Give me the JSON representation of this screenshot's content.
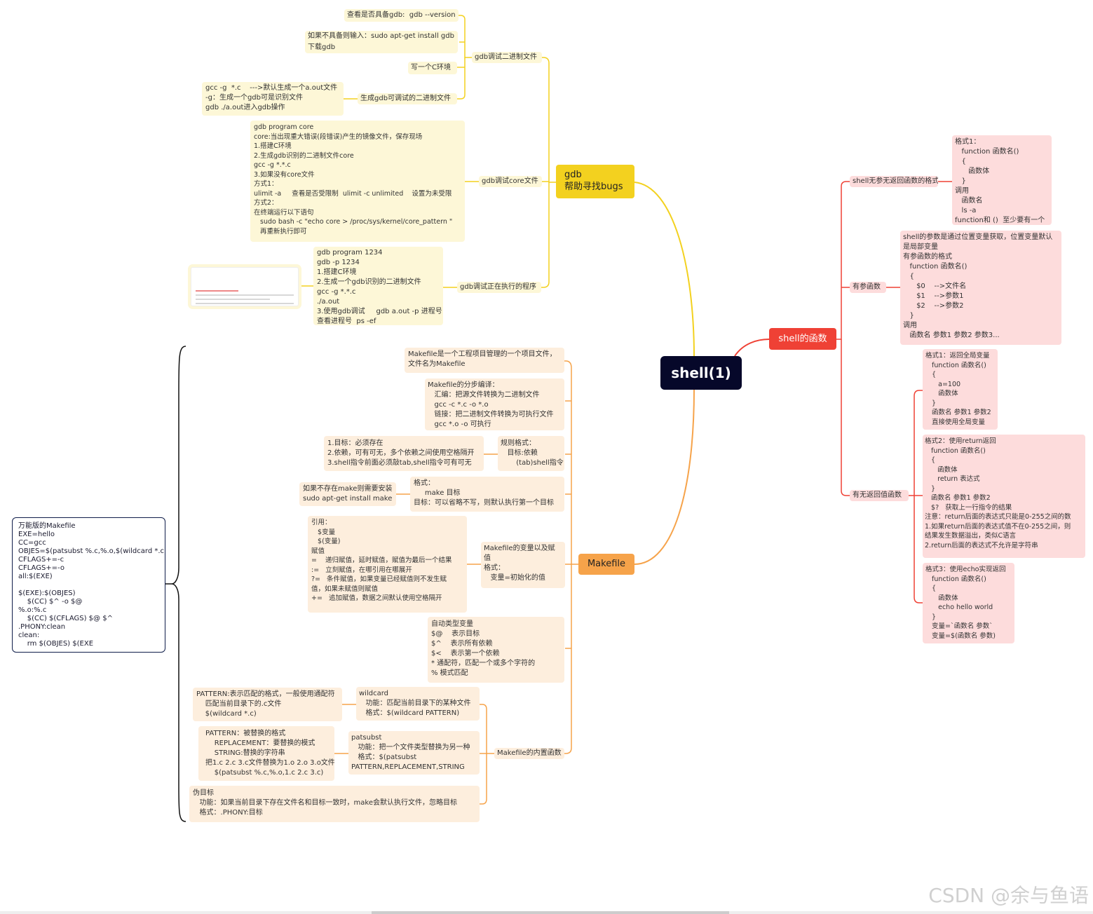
{
  "root": "shell(1)",
  "gdb": {
    "title": "gdb\n帮助寻找bugs",
    "binary": {
      "label": "gdb调试二进制文件",
      "check": "查看是否具备gdb:  gdb --version",
      "install": "如果不具备则输入：sudo apt-get install gdb\n下载gdb",
      "write_c": "写一个C环境",
      "gen_label": "生成gdb可调试的二进制文件",
      "gen_detail": "gcc -g  *.c    --->默认生成一个a.out文件\n-g：生成一个gdb可是识别文件\ngdb ./a.out进入gdb操作"
    },
    "core": {
      "label": "gdb调试core文件",
      "detail": "gdb program core\ncore:当出现重大错误(段错误)产生的镜像文件，保存现场\n1.搭建C环境\n2.生成gdb识别的二进制文件core\ngcc -g *.*.c\n3.如果没有core文件\n方式1：\nulimit -a     查看是否受限制  ulimit -c unlimited    设置为未受限\n方式2：\n在终端运行以下语句\n   sudo bash -c \"echo core > /proc/sys/kernel/core_pattern \"\n   再重新执行即可"
    },
    "running": {
      "label": "gdb调试正在执行的程序",
      "detail": "gdb program 1234\ngdb -p 1234\n1.搭建C环境\n2.生成一个gdb识别的二进制文件\ngcc -g *.*.c\n./a.out\n3.使用gdb调试     gdb a.out -p 进程号\n查看进程号  ps -ef"
    }
  },
  "makefile": {
    "title": "Makefile",
    "intro": "Makefile是一个工程项目管理的一个项目文件，\n文件名为Makefile",
    "steps": "Makefile的分步编译：\n   汇编：把源文件转换为二进制文件\n   gcc -c *.c -o *.o\n   链接：把二进制文件转换为可执行文件\n   gcc *.o -o 可执行",
    "rules_detail": "1.目标：必须存在\n2.依赖，可有可无，多个依赖之间使用空格隔开\n3.shell指令前面必须敲tab,shell指令可有可无",
    "rules_format": "规则格式：\n   目标:依赖\n       (tab)shell指令",
    "install": "如果不存在make则需要安装\nsudo apt-get install make",
    "format": "格式：\n     make 目标\n目标：可以省略不写，则默认执行第一个目标",
    "vars_detail": "引用：\n   $变量\n   $(变量)\n赋值\n=    递归赋值，延时赋值，赋值为最后一个结果\n:=   立刻赋值，在哪引用在哪展开\n?=   条件赋值，如果变量已经赋值则不发生赋\n值，如果未赋值则赋值\n+=   追加赋值，数据之间默认使用空格隔开",
    "vars_label": "Makefile的变量以及赋\n值\n格式：\n   变量=初始化的值",
    "auto_vars": "自动类型变量\n$@    表示目标\n$^    表示所有依赖\n$<    表示第一个依赖\n* 通配符，匹配一个或多个字符的\n% 模式匹配",
    "builtin": {
      "label": "Makefile的内置函数",
      "wildcard": "wildcard\n   功能：匹配当前目录下的某种文件\n   格式：$(wildcard PATTERN)",
      "wildcard_detail": "PATTERN:表示匹配的格式，一般使用通配符\n    匹配当前目录下的.c文件\n    $(wildcard *.c)",
      "patsubst": "patsubst\n   功能：把一个文件类型替换为另一种\n   格式：$(patsubst\nPATTERN,REPLACEMENT,STRING",
      "patsubst_detail": "PATTERN：被替换的格式\n    REPLACEMENT：要替换的模式\n    STRING:替换的字符串\n把1.c 2.c 3.c文件替换为1.o 2.o 3.o文件\n    $(patsubst %.c,%.o,1.c 2.c 3.c)",
      "phony": "伪目标\n   功能：如果当前目录下存在文件名和目标一致时，make会默认执行文件，忽略目标\n   格式：.PHONY:目标"
    },
    "universal": "万能版的Makefile\nEXE=hello\nCC=gcc\nOBJES=$(patsubst %.c,%.o,$(wildcard *.c))\nCFLAGS+=-c\nCFLAGS+=-o\nall:$(EXE)\n\n$(EXE):$(OBJES)\n    $(CC) $^ -o $@\n%.o:%.c\n    $(CC) $(CFLAGS) $@ $^\n.PHONY:clean\nclean:\n    rm $(OBJES) $(EXE"
  },
  "functions": {
    "title": "shell的函数",
    "noparam": {
      "label": "shell无参无返回函数的格式",
      "detail": "格式1：\n   function 函数名()\n   {\n      函数体\n   }\n调用\n   函数名\n   ls -a\nfunction和 ()  至少要有一个"
    },
    "param": {
      "label": "有参函数",
      "detail": "shell的参数是通过位置变量获取，位置变量默认\n是局部变量\n有参函数的格式\n   function 函数名()\n   {\n      $0    -->文件名\n      $1    -->参数1\n      $2    -->参数2\n   }\n调用\n   函数名 参数1 参数2 参数3..."
    },
    "ret": {
      "label": "有无返回值函数",
      "f1": "格式1：返回全局变量\n   function 函数名()\n   {\n      a=100\n      函数体\n   }\n   函数名 参数1 参数2\n   直接使用全局变量",
      "f2": "格式2：使用return返回\n   function 函数名()\n   {\n      函数体\n      return 表达式\n   }\n   函数名 参数1 参数2\n   $?   获取上一行指令的结果\n注意：return后面的表达式只能是0-255之间的数\n1.如果return后面的表达式值不在0-255之间，则\n结果发生数据溢出，类似C语言\n2.return后面的表达式不允许是字符串",
      "f3": "格式3：使用echo实现返回\n   function 函数名()\n   {\n      函数体\n      echo hello world\n   }\n   变量=`函数名 参数`\n   变量=$(函数名 参数)"
    }
  },
  "watermark": "CSDN @余与鱼语",
  "colors": {
    "root": "#06082a",
    "gdb": "#f3d11f",
    "makefile": "#f6a34a",
    "functions": "#ef4135"
  }
}
